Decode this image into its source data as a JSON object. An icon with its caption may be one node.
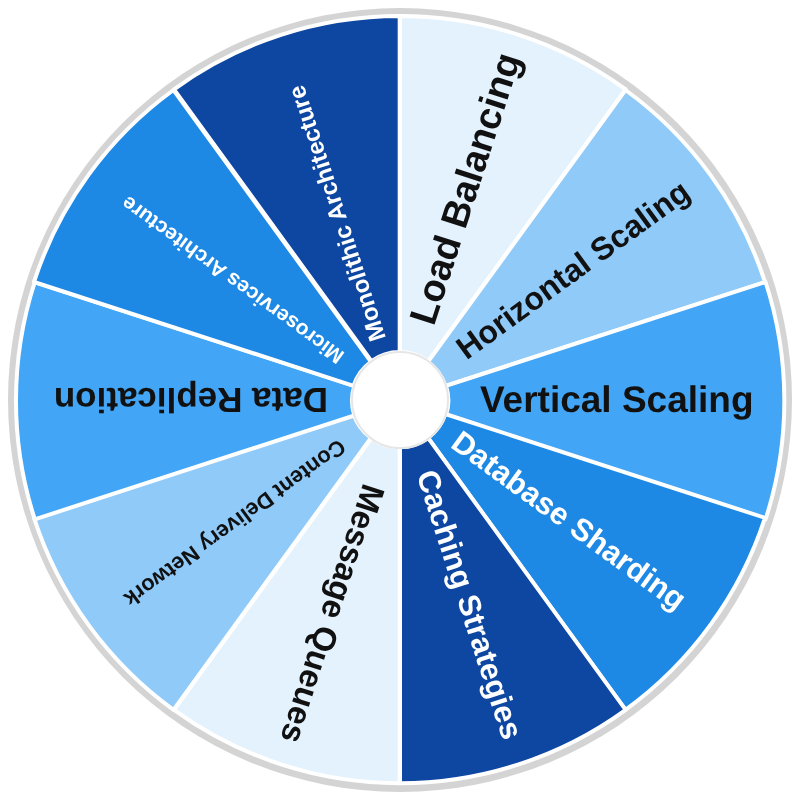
{
  "diagram": {
    "nodes": [
      {
        "text": [
          "Load Balancing"
        ]
      },
      {
        "text": [
          "Horizontal Scaling"
        ]
      },
      {
        "text": [
          "Vertical Scaling"
        ]
      },
      {
        "text": [
          "Database Sharding"
        ]
      },
      {
        "text": [
          "Caching Strategies"
        ]
      },
      {
        "text": [
          "Message Queues"
        ]
      },
      {
        "text": [
          "Content Delivery Network"
        ]
      },
      {
        "text": [
          "Data Replication"
        ]
      },
      {
        "text": [
          "Microservices Architecture"
        ]
      },
      {
        "text": [
          "Monolithic Architecture"
        ]
      }
    ]
  }
}
